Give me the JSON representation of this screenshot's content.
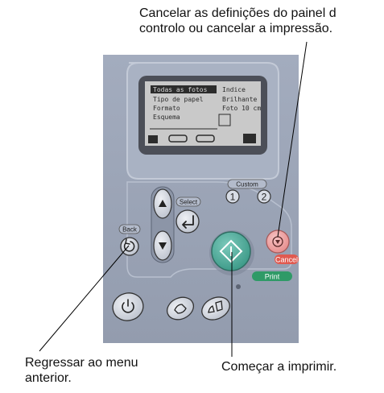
{
  "callouts": {
    "cancel": "Cancelar as definições do painel d\ncontrolo ou cancelar a impressão.",
    "back": "Regressar ao menu\nanterior.",
    "print": "Começar a imprimir."
  },
  "panel": {
    "custom_label": "Custom",
    "custom_1": "1",
    "custom_2": "2",
    "select_label": "Select",
    "back_label": "Back",
    "cancel_label": "Cancel",
    "print_label": "Print",
    "screen_lines": [
      "Todas as fotos",
      "Tipo de papel",
      "Formato",
      "Esquema"
    ],
    "screen_values": [
      "Indice",
      "Brilhante",
      "Foto 10 cm",
      ""
    ]
  },
  "colors": {
    "panel": "#9aa3b5",
    "print_button": "#4dac9a",
    "print_tab": "#2f9a67",
    "cancel_button": "#f0a4a4",
    "cancel_tab": "#e05a50",
    "lcd": "#c9c9c9"
  },
  "icons": [
    "power-icon",
    "ink-drop-icon",
    "ink-replace-icon",
    "start-diamond-icon",
    "cancel-stop-icon",
    "back-arrow-icon",
    "enter-arrow-icon",
    "up-arrow-icon",
    "down-arrow-icon"
  ]
}
